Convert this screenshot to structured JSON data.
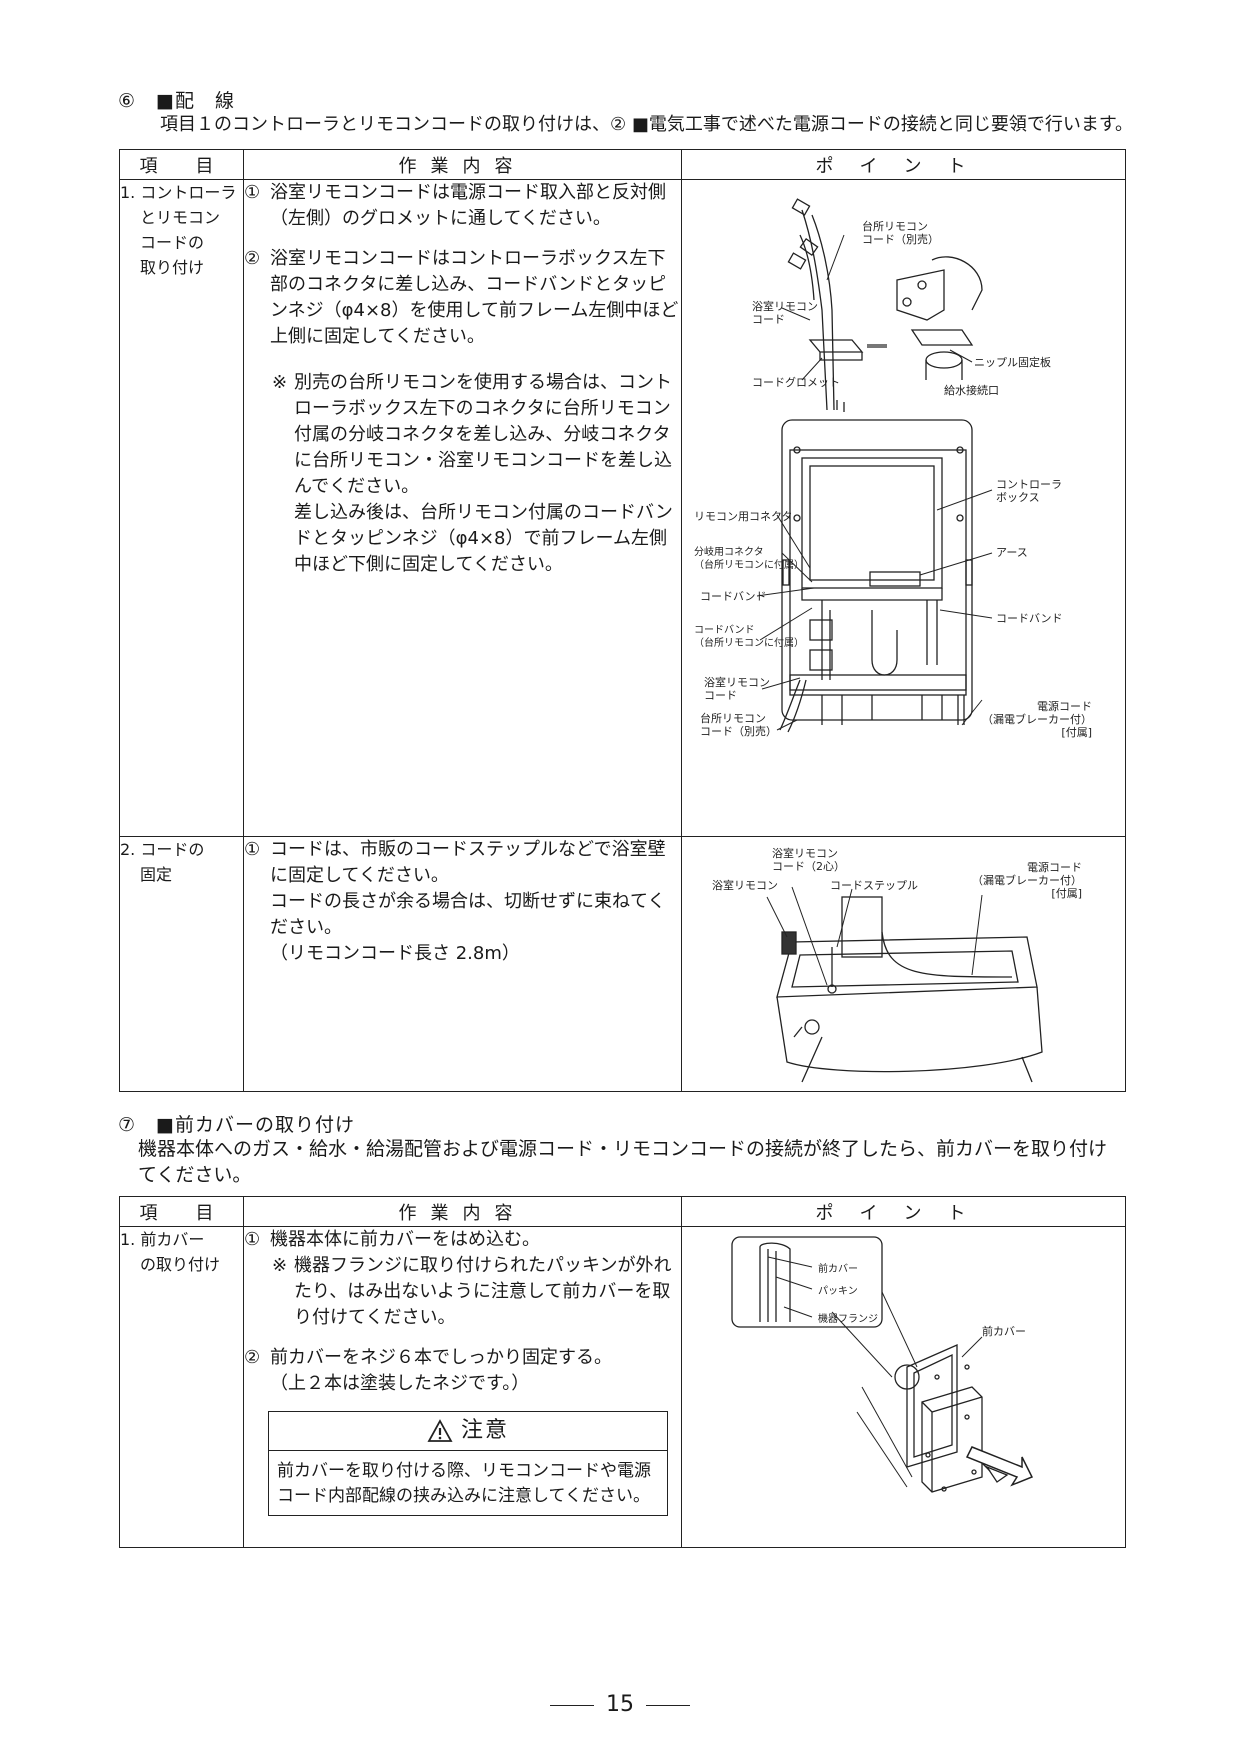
{
  "section6": {
    "title": "⑥　■配　線",
    "intro": "項目１のコントローラとリモコンコードの取り付けは、② ■電気工事で述べた電源コードの接続と同じ要領で行います。"
  },
  "headers": {
    "item": "項　目",
    "work": "作業内容",
    "point": "ポイント"
  },
  "row1": {
    "item_lines": [
      "1. コントローラ",
      "とリモコン",
      "コードの",
      "取り付け"
    ],
    "step1_num": "①",
    "step1": "浴室リモコンコードは電源コード取入部と反対側（左側）のグロメットに通してください。",
    "step2_num": "②",
    "step2": "浴室リモコンコードはコントローラボックス左下部のコネクタに差し込み、コードバンドとタッピンネジ（φ4×8）を使用して前フレーム左側中ほど上側に固定してください。",
    "note_mark": "※",
    "note1": "別売の台所リモコンを使用する場合は、コントローラボックス左下のコネクタに台所リモコン付属の分岐コネクタを差し込み、分岐コネクタに台所リモコン・浴室リモコンコードを差し込んでください。",
    "note2": "差し込み後は、台所リモコン付属のコードバンドとタッピンネジ（φ4×8）で前フレーム左側中ほど下側に固定してください。",
    "fig_top_labels": {
      "kitchen_remote_cord": [
        "台所リモコン",
        "コード（別売）"
      ],
      "bath_remote_cord": [
        "浴室リモコン",
        "コード"
      ],
      "cord_grommet": "コードグロメット",
      "nipple_plate": "ニップル固定板",
      "water_inlet": "給水接続口"
    },
    "fig_main_labels": {
      "remote_connector": "リモコン用コネクタ",
      "branch_connector": [
        "分岐用コネクタ",
        "（台所リモコンに付属）"
      ],
      "cord_band_left": "コードバンド",
      "cord_band_kitchen": [
        "コードバンド",
        "（台所リモコンに付属）"
      ],
      "bath_remote_cord": [
        "浴室リモコン",
        "コード"
      ],
      "kitchen_remote_cord": [
        "台所リモコン",
        "コード（別売）"
      ],
      "controller_box": [
        "コントローラ",
        "ボックス"
      ],
      "earth": "アース",
      "cord_band_right": "コードバンド",
      "power_cord": [
        "電源コード",
        "（漏電ブレーカー付）",
        "[付属]"
      ]
    }
  },
  "row2": {
    "item_lines": [
      "2. コードの",
      "固定"
    ],
    "step1_num": "①",
    "step1": "コードは、市販のコードステップルなどで浴室壁に固定してください。",
    "line2": "コードの長さが余る場合は、切断せずに束ねてください。",
    "line3": "（リモコンコード長さ 2.8m）",
    "fig_labels": {
      "bath_remote_cord": [
        "浴室リモコン",
        "コード（2心）"
      ],
      "bath_remote": "浴室リモコン",
      "cord_staple": "コードステップル",
      "power_cord": [
        "電源コード",
        "（漏電ブレーカー付）",
        "[付属]"
      ]
    }
  },
  "section7": {
    "title": "⑦　■前カバーの取り付け",
    "intro": "機器本体へのガス・給水・給湯配管および電源コード・リモコンコードの接続が終了したら、前カバーを取り付けてください。"
  },
  "row3": {
    "item_lines": [
      "1. 前カバー",
      "の取り付け"
    ],
    "step1_num": "①",
    "step1": "機器本体に前カバーをはめ込む。",
    "note_mark": "※",
    "note": "機器フランジに取り付けられたパッキンが外れたり、はみ出ないように注意して前カバーを取り付けてください。",
    "step2_num": "②",
    "step2": "前カバーをネジ６本でしっかり固定する。",
    "step2_sub": "（上２本は塗装したネジです。）",
    "caution_title": "注意",
    "caution_text": "前カバーを取り付ける際、リモコンコードや電源コード内部配線の挟み込みに注意してください。",
    "fig_labels": {
      "front_cover_inset": "前カバー",
      "packing": "パッキン",
      "flange": "機器フランジ",
      "front_cover": "前カバー"
    }
  },
  "page_number": "15"
}
